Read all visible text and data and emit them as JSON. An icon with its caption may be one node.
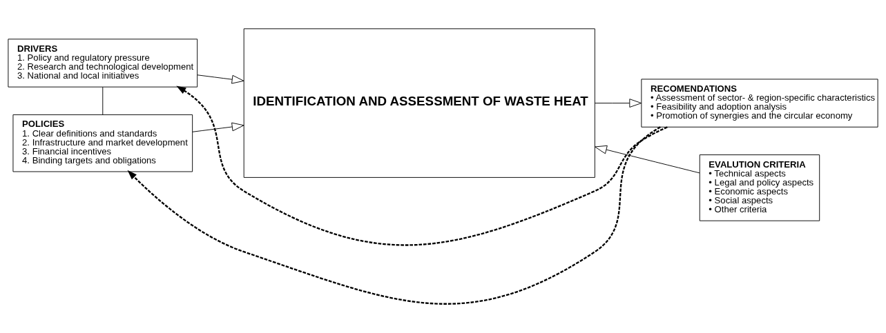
{
  "diagram": {
    "nodes": [
      {
        "text": [
          "DRIVERS",
          "1. Policy and regulatory pressure",
          "2. Research and technological development",
          "3. National and local initiatives"
        ]
      },
      {
        "text": [
          "POLICIES",
          "1. Clear definitions and standards",
          "2. Infrastructure and market development",
          "3. Financial incentives",
          "4. Binding targets and obligations"
        ]
      },
      {
        "text": [
          "IDENTIFICATION AND ASSESSMENT OF WASTE HEAT"
        ]
      },
      {
        "text": [
          "EVALUTION CRITERIA",
          "• Technical aspects",
          "• Legal and policy aspects",
          "• Economic aspects",
          "• Social aspects",
          "• Other criteria"
        ]
      },
      {
        "text": [
          "RECOMENDATIONS",
          "• Assessment of sector- & region-specific characteristics",
          "• Feasibility and adoption analysis",
          "• Promotion of synergies and the circular economy"
        ]
      }
    ],
    "edges": [
      {
        "from": 0,
        "to": 2,
        "arrow": "to"
      },
      {
        "from": 1,
        "to": 2,
        "arrow": "to"
      },
      {
        "from": 3,
        "to": 2,
        "arrow": "to"
      },
      {
        "from": 2,
        "to": 4,
        "arrow": "to"
      },
      {
        "from": 0,
        "to": 1,
        "arrow": "none"
      },
      {
        "from": 4,
        "to": 0,
        "arrow": "to",
        "style": "dashed"
      },
      {
        "from": 4,
        "to": 1,
        "arrow": "to",
        "style": "dashed"
      }
    ]
  }
}
